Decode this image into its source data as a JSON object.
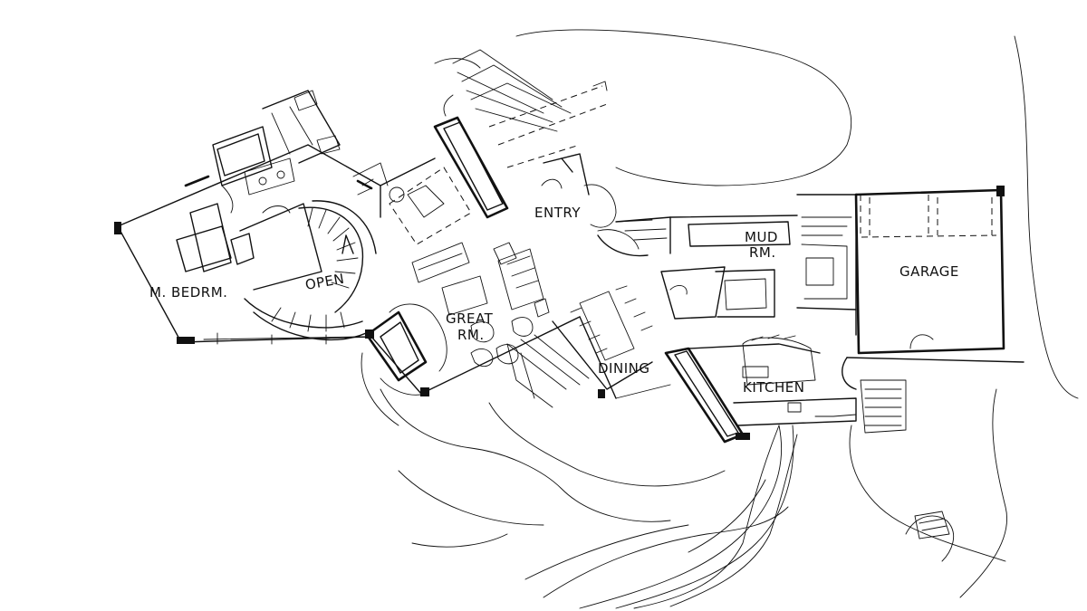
{
  "rooms": {
    "master_bedroom": "M. BEDRM.",
    "open": "OPEN",
    "great_room_line1": "GREAT",
    "great_room_line2": "RM.",
    "entry": "ENTRY",
    "mud_room_line1": "MUD",
    "mud_room_line2": "RM.",
    "dining": "DINING",
    "kitchen": "KITCHEN",
    "garage": "GARAGE"
  },
  "colors": {
    "ink": "#111111",
    "paper": "#ffffff"
  }
}
